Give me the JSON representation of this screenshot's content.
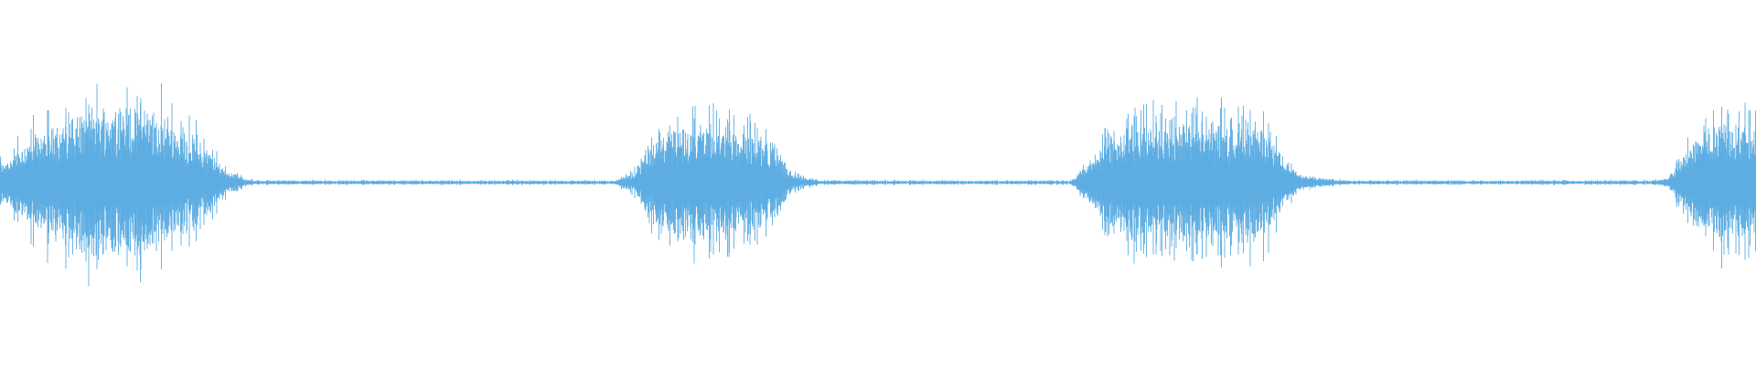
{
  "waveform": {
    "color": "#5DADE2",
    "background": "#FFFFFF"
  },
  "chart_data": {
    "type": "area",
    "title": "",
    "xlabel": "",
    "ylabel": "",
    "grid": false,
    "legend": "none",
    "ylim": [
      -1,
      1
    ],
    "xlim": [
      0,
      1
    ],
    "series": [
      {
        "x": [
          0.0,
          0.01,
          0.02,
          0.03,
          0.04,
          0.05,
          0.06,
          0.07,
          0.08,
          0.09,
          0.1,
          0.11,
          0.12,
          0.13,
          0.14,
          0.15,
          0.16,
          0.17,
          0.18,
          0.19,
          0.2,
          0.21,
          0.22,
          0.23,
          0.24,
          0.25,
          0.26,
          0.27,
          0.28,
          0.29,
          0.3,
          0.31,
          0.32,
          0.33,
          0.34,
          0.35,
          0.36,
          0.37,
          0.38,
          0.39,
          0.4,
          0.41,
          0.42,
          0.43,
          0.44,
          0.45,
          0.46,
          0.47,
          0.48,
          0.49,
          0.5,
          0.51,
          0.52,
          0.53,
          0.54,
          0.55,
          0.56,
          0.57,
          0.58,
          0.59,
          0.6,
          0.61,
          0.62,
          0.63,
          0.64,
          0.65,
          0.66,
          0.67,
          0.68,
          0.69,
          0.7,
          0.71,
          0.72,
          0.73,
          0.74,
          0.75,
          0.76,
          0.77,
          0.78,
          0.79,
          0.8,
          0.81,
          0.82,
          0.83,
          0.84,
          0.85,
          0.86,
          0.87,
          0.88,
          0.89,
          0.9,
          0.91,
          0.92,
          0.93,
          0.94,
          0.95,
          0.96,
          0.97,
          0.98,
          0.99,
          1.0
        ],
        "amplitude": [
          0.2,
          0.35,
          0.5,
          0.6,
          0.68,
          0.74,
          0.78,
          0.8,
          0.78,
          0.72,
          0.62,
          0.48,
          0.3,
          0.12,
          0.03,
          0.02,
          0.02,
          0.02,
          0.02,
          0.02,
          0.02,
          0.02,
          0.02,
          0.02,
          0.02,
          0.02,
          0.02,
          0.02,
          0.02,
          0.02,
          0.02,
          0.02,
          0.02,
          0.02,
          0.02,
          0.02,
          0.1,
          0.42,
          0.55,
          0.58,
          0.6,
          0.58,
          0.55,
          0.5,
          0.42,
          0.1,
          0.04,
          0.02,
          0.02,
          0.02,
          0.02,
          0.02,
          0.02,
          0.02,
          0.02,
          0.02,
          0.02,
          0.02,
          0.02,
          0.02,
          0.02,
          0.02,
          0.2,
          0.45,
          0.55,
          0.6,
          0.62,
          0.63,
          0.62,
          0.6,
          0.62,
          0.65,
          0.6,
          0.3,
          0.08,
          0.05,
          0.03,
          0.02,
          0.02,
          0.02,
          0.02,
          0.02,
          0.02,
          0.02,
          0.02,
          0.02,
          0.02,
          0.02,
          0.02,
          0.02,
          0.02,
          0.02,
          0.02,
          0.02,
          0.02,
          0.05,
          0.35,
          0.55,
          0.62,
          0.6,
          0.55
        ]
      }
    ]
  }
}
